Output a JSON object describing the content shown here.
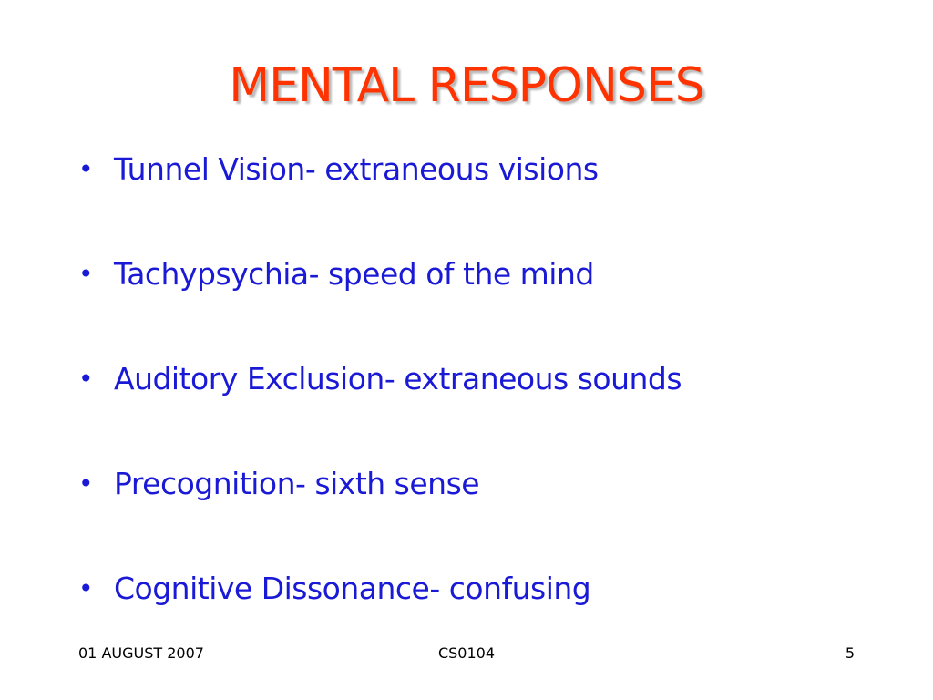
{
  "slide": {
    "title": "MENTAL RESPONSES",
    "bullet_glyph": "•",
    "bullets": [
      {
        "text": "Tunnel Vision- extraneous visions"
      },
      {
        "text": "Tachypsychia- speed of the mind"
      },
      {
        "text": "Auditory Exclusion- extraneous sounds"
      },
      {
        "text": "Precognition- sixth sense"
      },
      {
        "text": "Cognitive Dissonance- confusing"
      }
    ],
    "footer": {
      "date": "01 AUGUST 2007",
      "code": "CS0104",
      "page_number": "5"
    }
  },
  "colors": {
    "title": "#ff3300",
    "body_text": "#1a1ad6",
    "footer_text": "#000000",
    "background": "#ffffff"
  }
}
